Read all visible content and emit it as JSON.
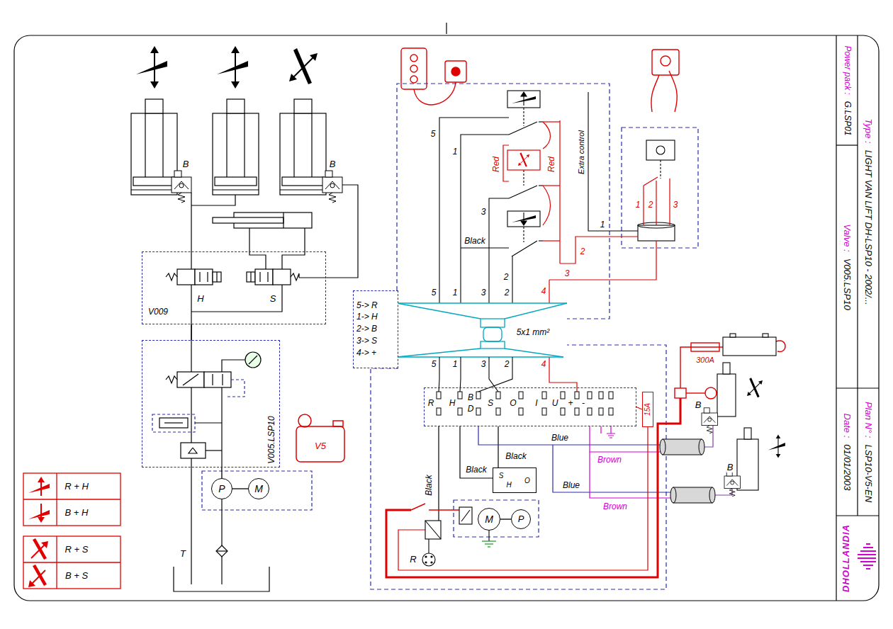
{
  "diagram": {
    "nodes": [
      {
        "text": [
          "Type :",
          "LIGHT VAN LIFT DH-LSP10 - 2002/..."
        ]
      },
      {
        "text": [
          "Power pack :",
          "G.LSP01"
        ]
      },
      {
        "text": [
          "Valve :",
          "V005.LSP10"
        ]
      },
      {
        "text": [
          "Plan N° :",
          "LSP10-V5-EN"
        ]
      },
      {
        "text": [
          "Date :",
          "01/01/2003"
        ]
      },
      {
        "text": [
          "DHOLLANDIA"
        ]
      },
      {
        "text": [
          "V009"
        ]
      },
      {
        "text": [
          "V005.LSP10"
        ]
      },
      {
        "text": [
          "P"
        ]
      },
      {
        "text": [
          "M"
        ]
      },
      {
        "text": [
          "5-> R",
          "1-> H",
          "2-> B",
          "3-> S",
          "4-> +"
        ]
      },
      {
        "text": [
          "R",
          "H",
          "B",
          "D",
          "S",
          "O",
          "I",
          "U",
          "+",
          "-"
        ]
      },
      {
        "text": [
          "15A"
        ]
      },
      {
        "text": [
          "300A"
        ]
      },
      {
        "text": [
          "S",
          "H",
          "O"
        ]
      },
      {
        "text": [
          "M"
        ]
      },
      {
        "text": [
          "P"
        ]
      }
    ],
    "edges": [
      {
        "from": 6,
        "to": 7,
        "arrow": "none"
      },
      {
        "from": 7,
        "to": 8,
        "arrow": "none"
      },
      {
        "from": 8,
        "to": 9,
        "arrow": "none"
      },
      {
        "from": 11,
        "to": 12,
        "arrow": "none"
      },
      {
        "from": 15,
        "to": 16,
        "arrow": "none"
      }
    ],
    "labels": [
      "B",
      "B",
      "H",
      "S",
      "V5",
      "T",
      "5",
      "1",
      "Red",
      "Red",
      "Extra control",
      "3",
      "Black",
      "2",
      "1",
      "2",
      "3",
      "1",
      "2",
      "3",
      "4",
      "5",
      "1",
      "3",
      "2",
      "5x1 mm²",
      "5",
      "1",
      "3",
      "2",
      "4",
      "Black",
      "Blue",
      "Black",
      "Black",
      "Brown",
      "Blue",
      "Brown",
      "R",
      "B",
      "B"
    ],
    "legend": [
      {
        "text": "R + H"
      },
      {
        "text": "B + H"
      },
      {
        "text": "R + S"
      },
      {
        "text": "B + S"
      }
    ]
  }
}
